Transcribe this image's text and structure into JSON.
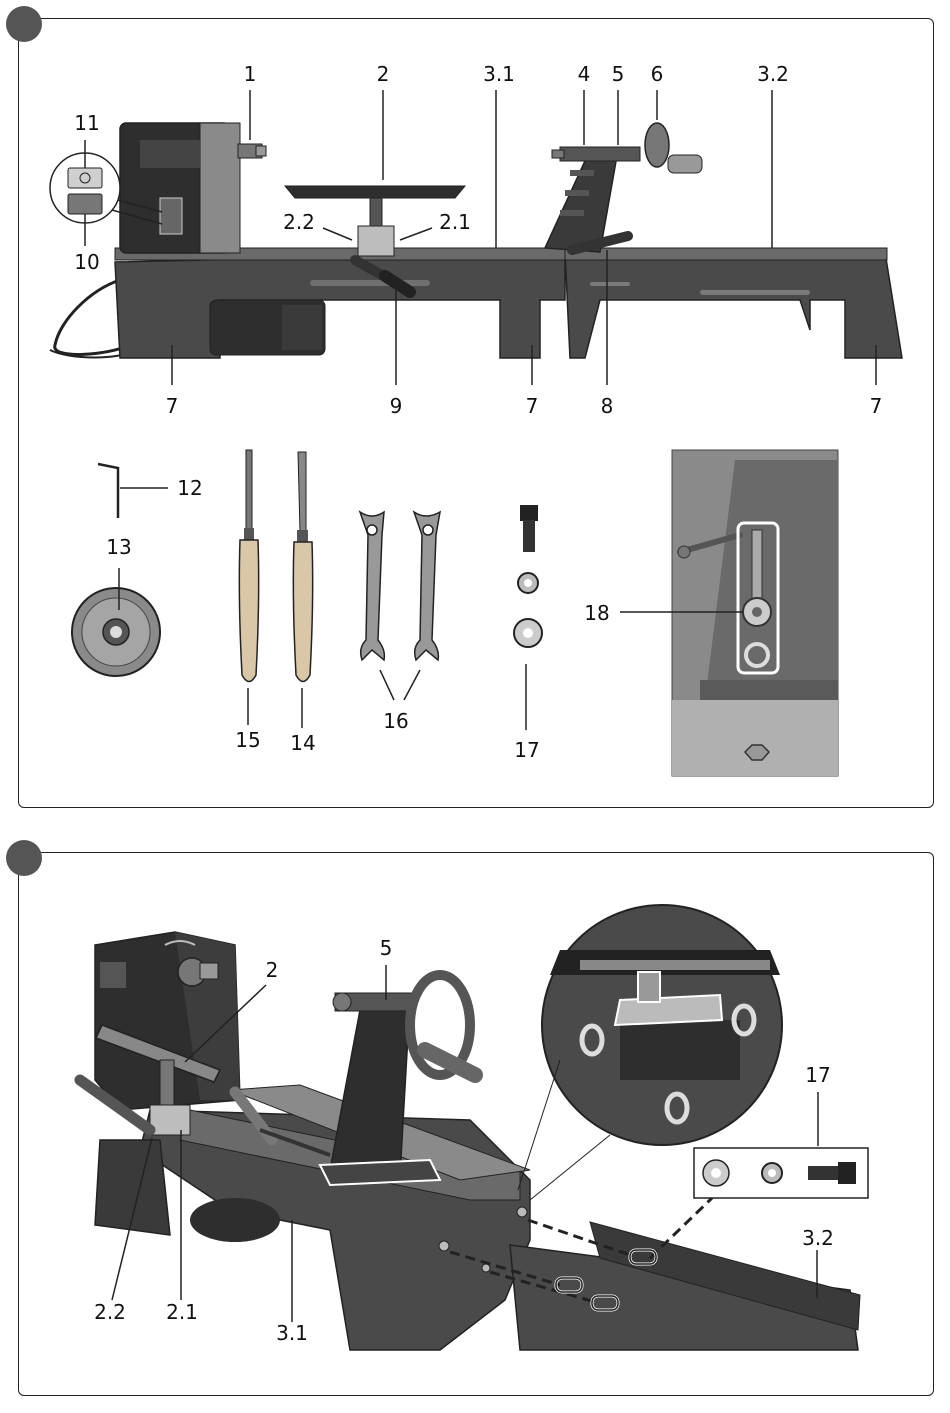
{
  "figure1": {
    "callouts": [
      {
        "id": "c1",
        "text": "1"
      },
      {
        "id": "c2",
        "text": "2"
      },
      {
        "id": "c31",
        "text": "3.1"
      },
      {
        "id": "c4",
        "text": "4"
      },
      {
        "id": "c5",
        "text": "5"
      },
      {
        "id": "c6",
        "text": "6"
      },
      {
        "id": "c32",
        "text": "3.2"
      },
      {
        "id": "c11",
        "text": "11"
      },
      {
        "id": "c10",
        "text": "10"
      },
      {
        "id": "c22",
        "text": "2.2"
      },
      {
        "id": "c21",
        "text": "2.1"
      },
      {
        "id": "c7a",
        "text": "7"
      },
      {
        "id": "c9",
        "text": "9"
      },
      {
        "id": "c7b",
        "text": "7"
      },
      {
        "id": "c8",
        "text": "8"
      },
      {
        "id": "c7c",
        "text": "7"
      },
      {
        "id": "c12",
        "text": "12"
      },
      {
        "id": "c13",
        "text": "13"
      },
      {
        "id": "c15",
        "text": "15"
      },
      {
        "id": "c14",
        "text": "14"
      },
      {
        "id": "c16",
        "text": "16"
      },
      {
        "id": "c17",
        "text": "17"
      },
      {
        "id": "c18",
        "text": "18"
      }
    ]
  },
  "figure2": {
    "callouts": [
      {
        "id": "d2",
        "text": "2"
      },
      {
        "id": "d5",
        "text": "5"
      },
      {
        "id": "d17",
        "text": "17"
      },
      {
        "id": "d32",
        "text": "3.2"
      },
      {
        "id": "d22",
        "text": "2.2"
      },
      {
        "id": "d21",
        "text": "2.1"
      },
      {
        "id": "d31",
        "text": "3.1"
      }
    ]
  },
  "colors": {
    "line": "#222222",
    "machine": "#4a4a4a",
    "machine_dark": "#2e2e2e",
    "machine_light": "#8a8a8a",
    "wood": "#d9c7a8",
    "badge": "#555555"
  }
}
